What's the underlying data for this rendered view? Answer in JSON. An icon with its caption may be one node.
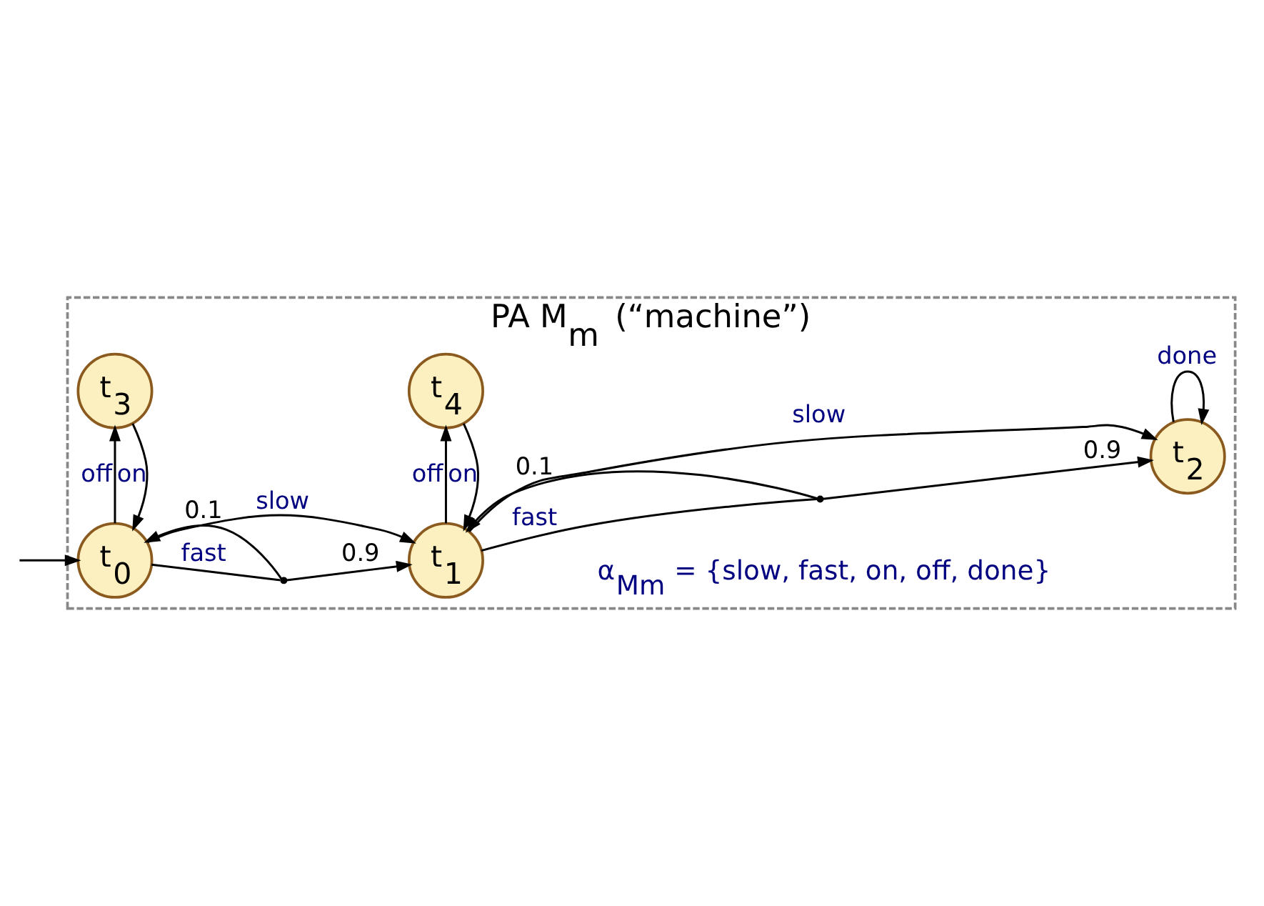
{
  "diagram": {
    "nodes": [
      {
        "text": [
          "PA M$_{m}$ (“machine”)"
        ]
      },
      {
        "text": [
          "t$_{0}$"
        ],
        "in": 0
      },
      {
        "text": [],
        "shape": "point",
        "in": 0
      },
      {
        "text": [
          "t$_{1}$"
        ],
        "in": 0
      },
      {
        "text": [],
        "shape": "point",
        "in": 0
      },
      {
        "text": [
          "t$_{2}$"
        ],
        "in": 0
      },
      {
        "text": [
          "t$_{3}$"
        ],
        "in": 0
      },
      {
        "text": [
          "t$_{4}$"
        ],
        "in": 0
      }
    ],
    "edges": [
      {
        "from": null,
        "to": 1,
        "arrow": "to"
      },
      {
        "from": 1,
        "to": 2,
        "arrow": "none",
        "label": "fast"
      },
      {
        "from": 2,
        "to": 1,
        "arrow": "to",
        "label": "0.1"
      },
      {
        "from": 2,
        "to": 3,
        "arrow": "to",
        "label": "0.9"
      },
      {
        "from": 1,
        "to": 3,
        "arrow": "to",
        "label": "slow"
      },
      {
        "from": 3,
        "to": 4,
        "arrow": "none",
        "label": "fast"
      },
      {
        "from": 4,
        "to": 3,
        "arrow": "to",
        "label": "0.1"
      },
      {
        "from": 4,
        "to": 5,
        "arrow": "to",
        "label": "0.9"
      },
      {
        "from": 3,
        "to": 5,
        "arrow": "to",
        "label": "slow"
      },
      {
        "from": 5,
        "to": 5,
        "arrow": "to",
        "label": "done"
      },
      {
        "from": 1,
        "to": 6,
        "arrow": "to",
        "label": "off"
      },
      {
        "from": 6,
        "to": 1,
        "arrow": "to",
        "label": "on"
      },
      {
        "from": 3,
        "to": 7,
        "arrow": "to",
        "label": "off"
      },
      {
        "from": 7,
        "to": 3,
        "arrow": "to",
        "label": "on"
      }
    ],
    "labels": [
      "α$_{Mm}$ = {slow, fast, on, off, done}"
    ]
  }
}
